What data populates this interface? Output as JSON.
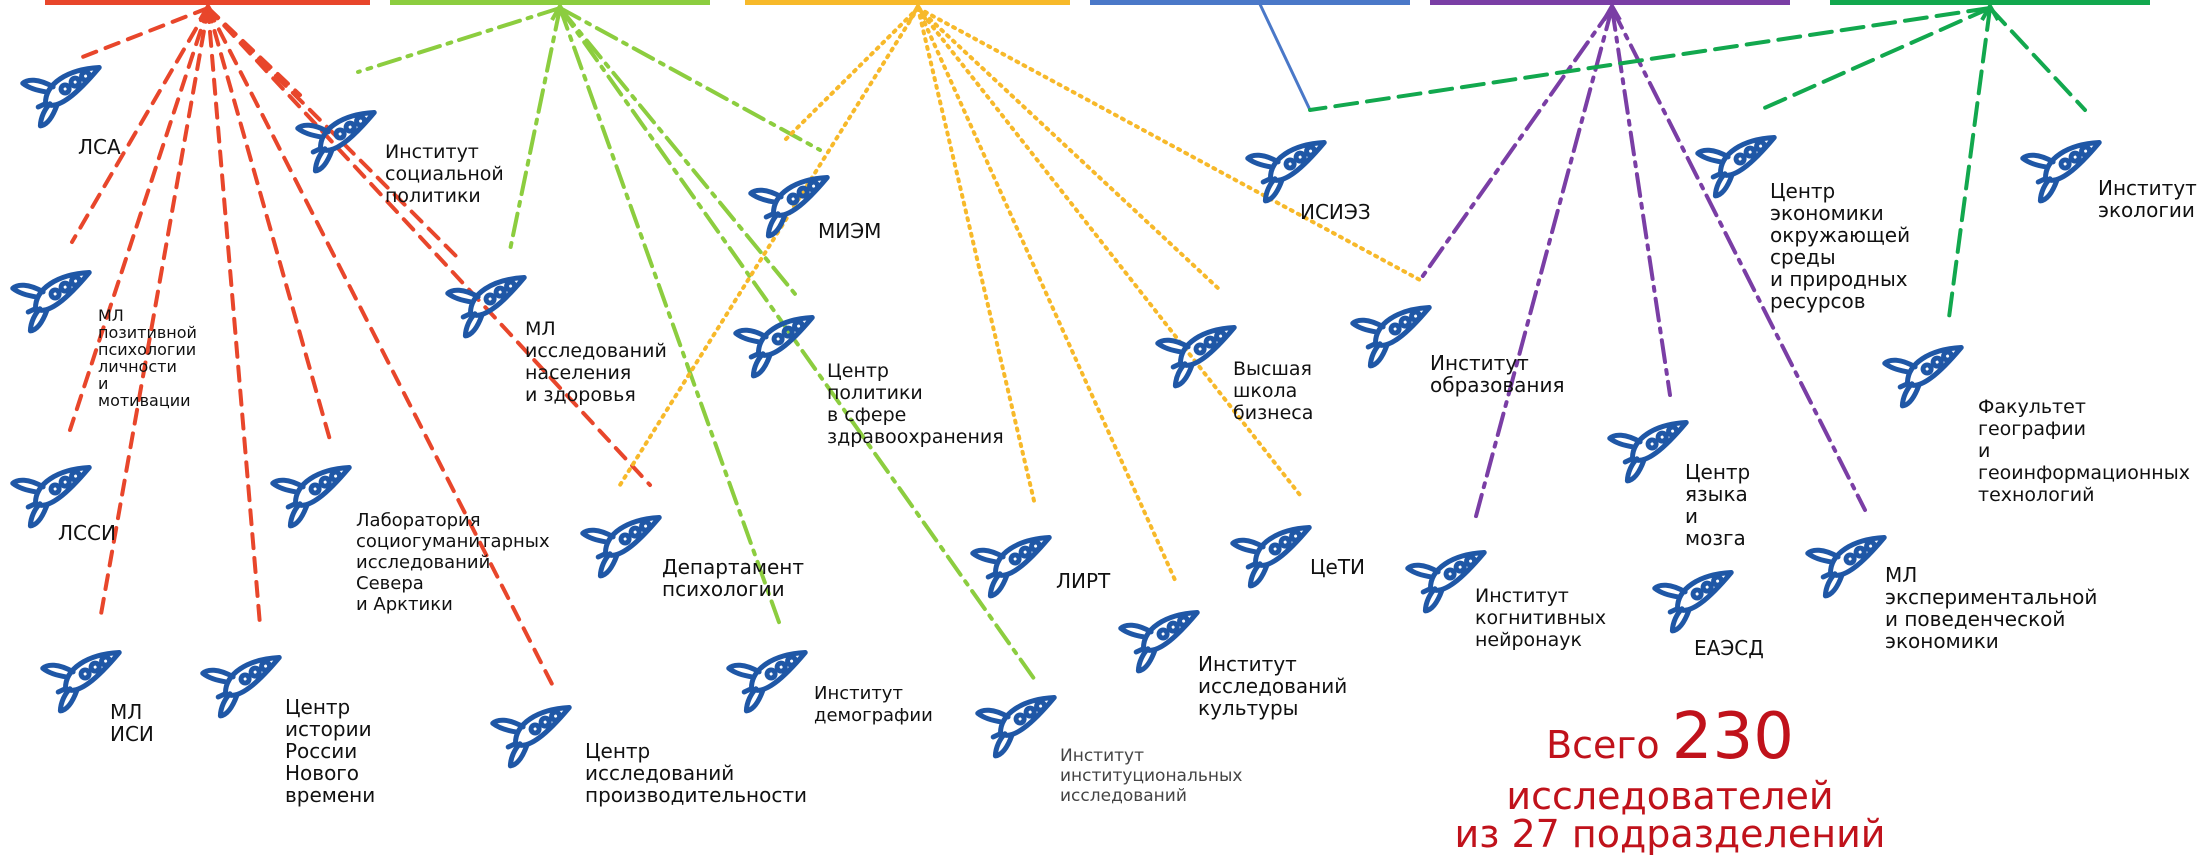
{
  "colors": {
    "red": "#e8462b",
    "lightgreen": "#8ccd3f",
    "yellow": "#f7b92a",
    "blue": "#4a78c8",
    "purple": "#7a3ea5",
    "green": "#12a84e",
    "rocket": "#1f57a6",
    "summary": "#c0121b"
  },
  "icon": "rocket-icon",
  "units": [
    {
      "id": "lsa",
      "label": "ЛСА"
    },
    {
      "id": "ml-positive",
      "label": "МЛ\nпозитивной\nпсихологии\nличности\nи мотивации"
    },
    {
      "id": "lssi",
      "label": "ЛССИ"
    },
    {
      "id": "ml-isi",
      "label": "МЛ\nИСИ"
    },
    {
      "id": "center-history",
      "label": "Центр\nистории России\nНового времени"
    },
    {
      "id": "lab-north",
      "label": "Лаборатория\nсоциогуманитарных\nисследований Севера\nи Арктики"
    },
    {
      "id": "inst-social",
      "label": "Институт\nсоциальной\nполитики"
    },
    {
      "id": "ml-population",
      "label": "МЛ\nисследований\nнаселения\nи здоровья"
    },
    {
      "id": "center-productivity",
      "label": "Центр\nисследований\nпроизводительности"
    },
    {
      "id": "dept-psychology",
      "label": "Департамент\nпсихологии"
    },
    {
      "id": "miem",
      "label": "МИЭМ"
    },
    {
      "id": "center-health",
      "label": "Центр\nполитики\nв сфере\nздравоохранения"
    },
    {
      "id": "inst-demography",
      "label": "Институт\nдемографии"
    },
    {
      "id": "lirt",
      "label": "ЛИРТ"
    },
    {
      "id": "inst-institutional",
      "label": "Институт\nинституциональных\nисследований"
    },
    {
      "id": "inst-culture",
      "label": "Институт\nисследований\nкультуры"
    },
    {
      "id": "hsb",
      "label": "Высшая\nшкола\nбизнеса"
    },
    {
      "id": "ceti",
      "label": "ЦеТИ"
    },
    {
      "id": "isiez",
      "label": "ИСИЭЗ"
    },
    {
      "id": "inst-education",
      "label": "Институт\nобразования"
    },
    {
      "id": "inst-neuro",
      "label": "Институт\nкогнитивных\nнейронаук"
    },
    {
      "id": "center-language",
      "label": "Центр языка\nи мозга"
    },
    {
      "id": "eaesd",
      "label": "ЕАЭСД"
    },
    {
      "id": "center-env",
      "label": "Центр экономики\nокружающей\nсреды\nи природных\nресурсов"
    },
    {
      "id": "ml-experimental",
      "label": "МЛ\nэкспериментальной\nи поведенческой\nэкономики"
    },
    {
      "id": "inst-ecology",
      "label": "Институт\nэкологии"
    },
    {
      "id": "fac-geography",
      "label": "Факультет\nгеографии\nи геоинформационных\nтехнологий"
    }
  ],
  "summary": {
    "line1_prefix": "Всего",
    "total_researchers": "230",
    "line1_suffix": "исследователей",
    "line2": "из 27 подразделений"
  }
}
